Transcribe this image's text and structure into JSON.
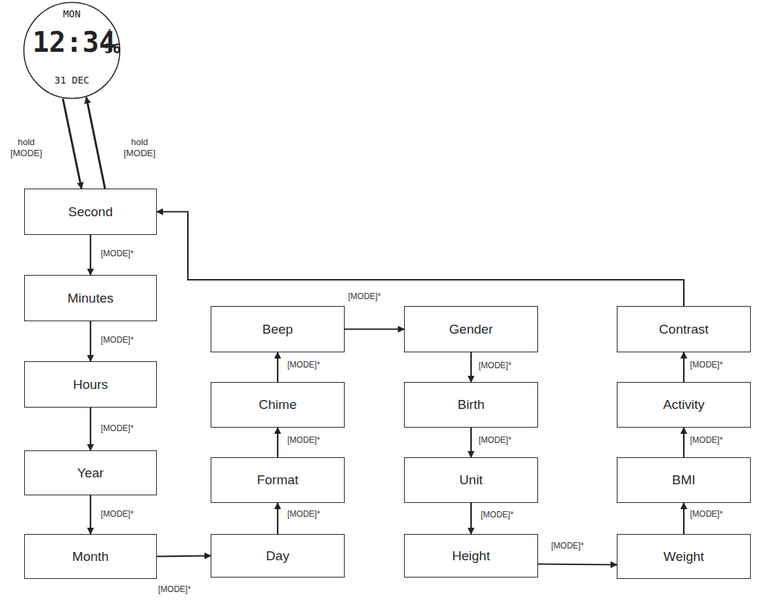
{
  "diagram": {
    "nodes": [
      {
        "text": [
          "MON",
          "12:34",
          "A",
          "56",
          "31 DEC"
        ]
      },
      {
        "text": [
          "Second"
        ]
      },
      {
        "text": [
          "Minutes"
        ]
      },
      {
        "text": [
          "Hours"
        ]
      },
      {
        "text": [
          "Year"
        ]
      },
      {
        "text": [
          "Month"
        ]
      },
      {
        "text": [
          "Day"
        ]
      },
      {
        "text": [
          "Format"
        ]
      },
      {
        "text": [
          "Chime"
        ]
      },
      {
        "text": [
          "Beep"
        ]
      },
      {
        "text": [
          "Gender"
        ]
      },
      {
        "text": [
          "Birth"
        ]
      },
      {
        "text": [
          "Unit"
        ]
      },
      {
        "text": [
          "Height"
        ]
      },
      {
        "text": [
          "Weight"
        ]
      },
      {
        "text": [
          "BMI"
        ]
      },
      {
        "text": [
          "Activity"
        ]
      },
      {
        "text": [
          "Contrast"
        ]
      }
    ],
    "edges": [
      {
        "from": 0,
        "to": 1,
        "label": "hold [MODE]",
        "arrow": "to"
      },
      {
        "from": 1,
        "to": 0,
        "label": "hold [MODE]",
        "arrow": "to"
      },
      {
        "from": 1,
        "to": 2,
        "label": "[MODE]*",
        "arrow": "to"
      },
      {
        "from": 2,
        "to": 3,
        "label": "[MODE]*",
        "arrow": "to"
      },
      {
        "from": 3,
        "to": 4,
        "label": "[MODE]*",
        "arrow": "to"
      },
      {
        "from": 4,
        "to": 5,
        "label": "[MODE]*",
        "arrow": "to"
      },
      {
        "from": 5,
        "to": 6,
        "label": "[MODE]*",
        "arrow": "to"
      },
      {
        "from": 6,
        "to": 7,
        "label": "[MODE]*",
        "arrow": "to"
      },
      {
        "from": 7,
        "to": 8,
        "label": "[MODE]*",
        "arrow": "to"
      },
      {
        "from": 8,
        "to": 9,
        "label": "[MODE]*",
        "arrow": "to"
      },
      {
        "from": 9,
        "to": 10,
        "label": "[MODE]*",
        "arrow": "to"
      },
      {
        "from": 10,
        "to": 11,
        "label": "[MODE]*",
        "arrow": "to"
      },
      {
        "from": 11,
        "to": 12,
        "label": "[MODE]*",
        "arrow": "to"
      },
      {
        "from": 12,
        "to": 13,
        "label": "[MODE]*",
        "arrow": "to"
      },
      {
        "from": 13,
        "to": 14,
        "label": "[MODE]*",
        "arrow": "to"
      },
      {
        "from": 14,
        "to": 15,
        "label": "[MODE]*",
        "arrow": "to"
      },
      {
        "from": 15,
        "to": 16,
        "label": "[MODE]*",
        "arrow": "to"
      },
      {
        "from": 16,
        "to": 17,
        "label": "[MODE]*",
        "arrow": "to"
      },
      {
        "from": 17,
        "to": 1,
        "arrow": "to"
      }
    ]
  }
}
